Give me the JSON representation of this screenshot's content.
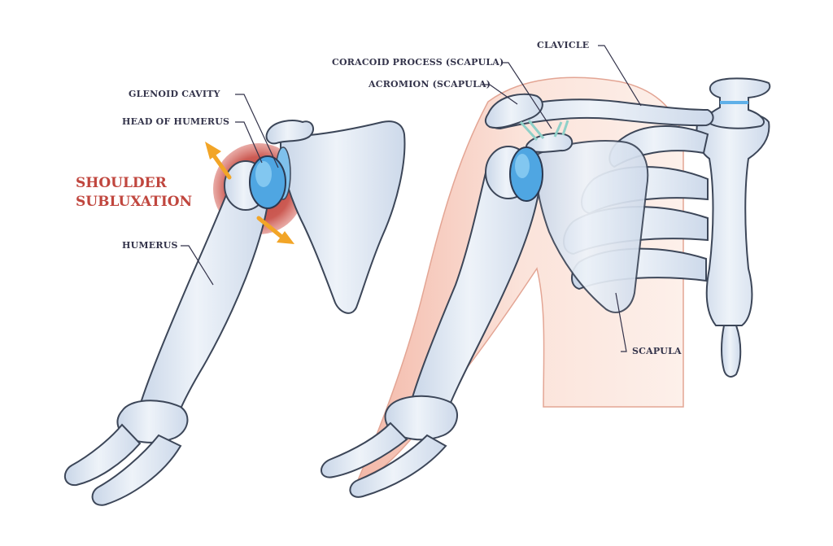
{
  "title": {
    "line1": "SHOULDER",
    "line2": "SUBLUXATION"
  },
  "labels": {
    "glenoid_cavity": "GLENOID CAVITY",
    "head_of_humerus": "HEAD OF HUMERUS",
    "humerus": "HUMERUS",
    "coracoid_process": "CORACOID PROCESS (SCAPULA)",
    "acromion": "ACROMION (SCAPULA)",
    "clavicle": "CLAVICLE",
    "scapula": "SCAPULA"
  },
  "colors": {
    "bone_fill": "#dde6f2",
    "bone_outline": "#3c4658",
    "cartilage_blue": "#5fb0e8",
    "dislocation_red": "#c0463e",
    "arrow_orange": "#f2a527",
    "skin_pink": "#f7d3c8"
  }
}
